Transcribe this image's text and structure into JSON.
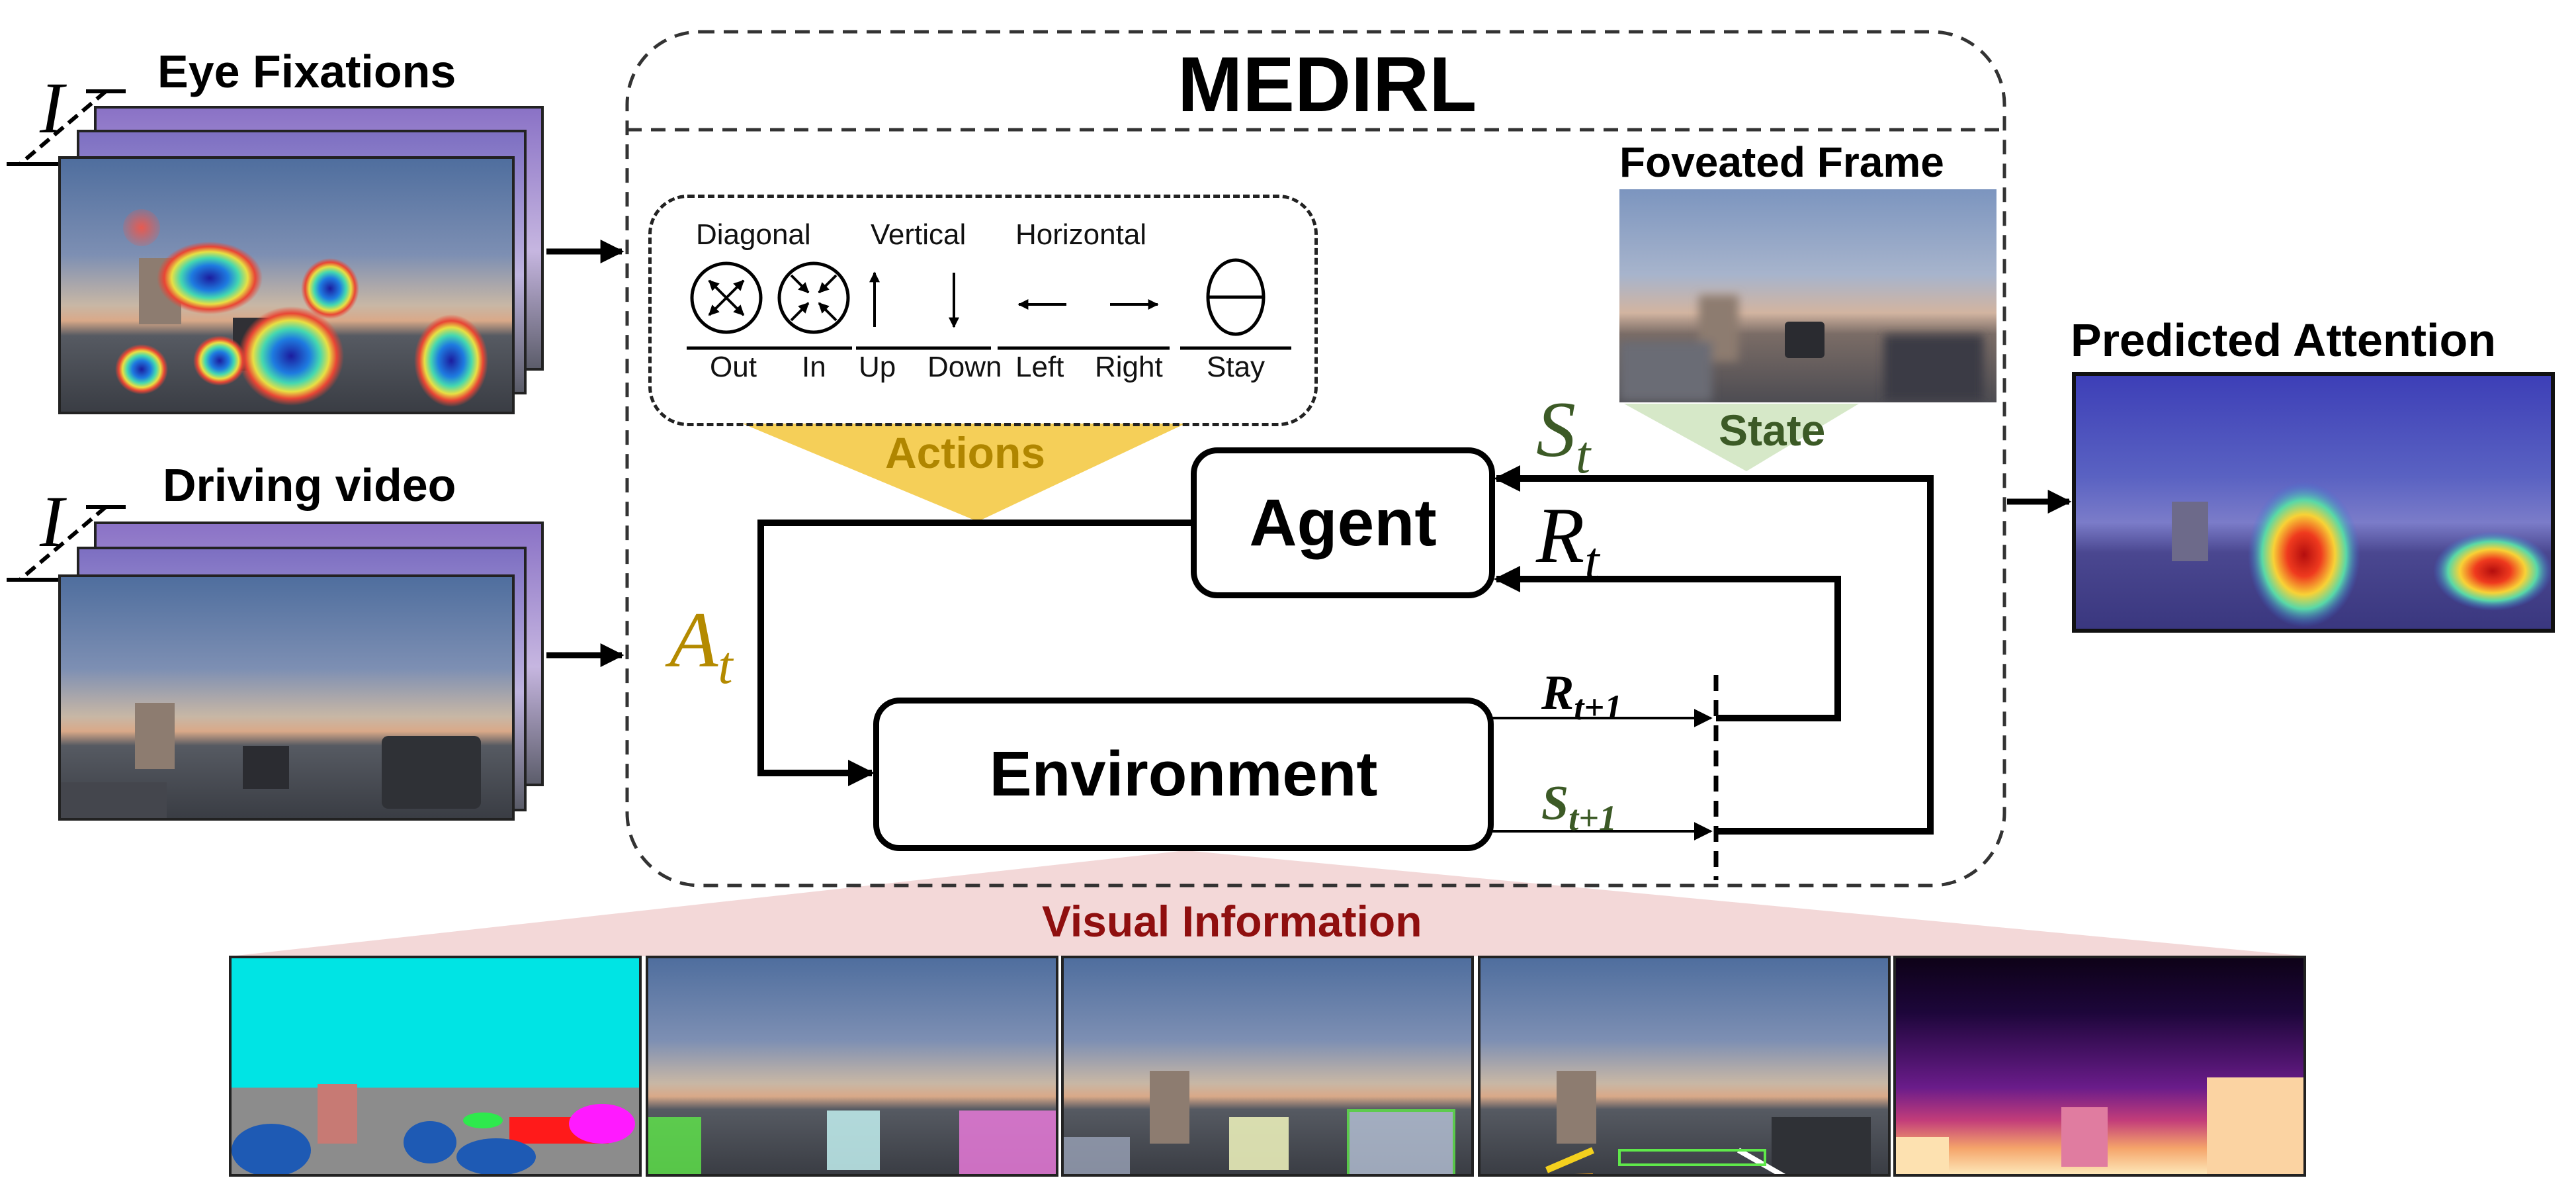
{
  "title": "MEDIRL",
  "inputs": {
    "eye_fixations_label": "Eye Fixations",
    "driving_video_label": "Driving video",
    "stack_label_eye": "I",
    "stack_label_video": "I"
  },
  "foveated_frame": {
    "title": "Foveated Frame",
    "state_label": "State"
  },
  "actions": {
    "label": "Actions",
    "groups": [
      {
        "name": "Diagonal",
        "items": [
          "Out",
          "In"
        ]
      },
      {
        "name": "Vertical",
        "items": [
          "Up",
          "Down"
        ]
      },
      {
        "name": "Horizontal",
        "items": [
          "Left",
          "Right"
        ]
      },
      {
        "name": "",
        "items": [
          "Stay"
        ]
      }
    ]
  },
  "agent_label": "Agent",
  "environment_label": "Environment",
  "symbols": {
    "state_base": "S",
    "state_sub": "t",
    "reward_base": "R",
    "reward_sub": "t",
    "action_base": "A",
    "action_sub": "t",
    "next_reward_base": "R",
    "next_reward_sub": "t+1",
    "next_state_base": "S",
    "next_state_sub": "t+1"
  },
  "output_label": "Predicted Attention",
  "visual_information_label": "Visual Information",
  "colors": {
    "actions_gold": "#f2c12e",
    "action_symbol": "#b48a00",
    "state_green": "#3c5a26",
    "state_fill": "#d6e8c8",
    "visual_info_red": "#8f0f0f",
    "visual_info_fill": "#f1d1d1"
  }
}
